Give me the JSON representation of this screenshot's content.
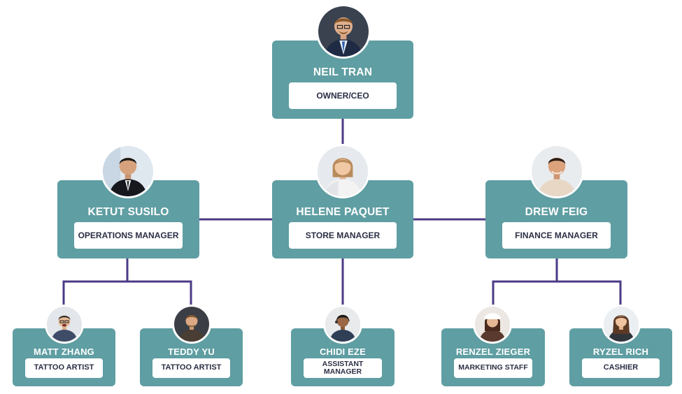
{
  "colors": {
    "card": "#5f9ea2",
    "connector": "#4b3a86",
    "role_text": "#2b2f45",
    "card_text": "#ffffff"
  },
  "ceo": {
    "name": "NEIL TRAN",
    "role": "OWNER/CEO"
  },
  "managers": [
    {
      "name": "KETUT SUSILO",
      "role": "OPERATIONS MANAGER"
    },
    {
      "name": "HELENE PAQUET",
      "role": "STORE MANAGER"
    },
    {
      "name": "DREW FEIG",
      "role": "FINANCE MANAGER"
    }
  ],
  "staff": [
    {
      "name": "MATT ZHANG",
      "role": "TATTOO ARTIST"
    },
    {
      "name": "TEDDY YU",
      "role": "TATTOO ARTIST"
    },
    {
      "name": "CHIDI EZE",
      "role": "ASSISTANT MANAGER"
    },
    {
      "name": "RENZEL ZIEGER",
      "role": "MARKETING STAFF"
    },
    {
      "name": "RYZEL RICH",
      "role": "CASHIER"
    }
  ]
}
